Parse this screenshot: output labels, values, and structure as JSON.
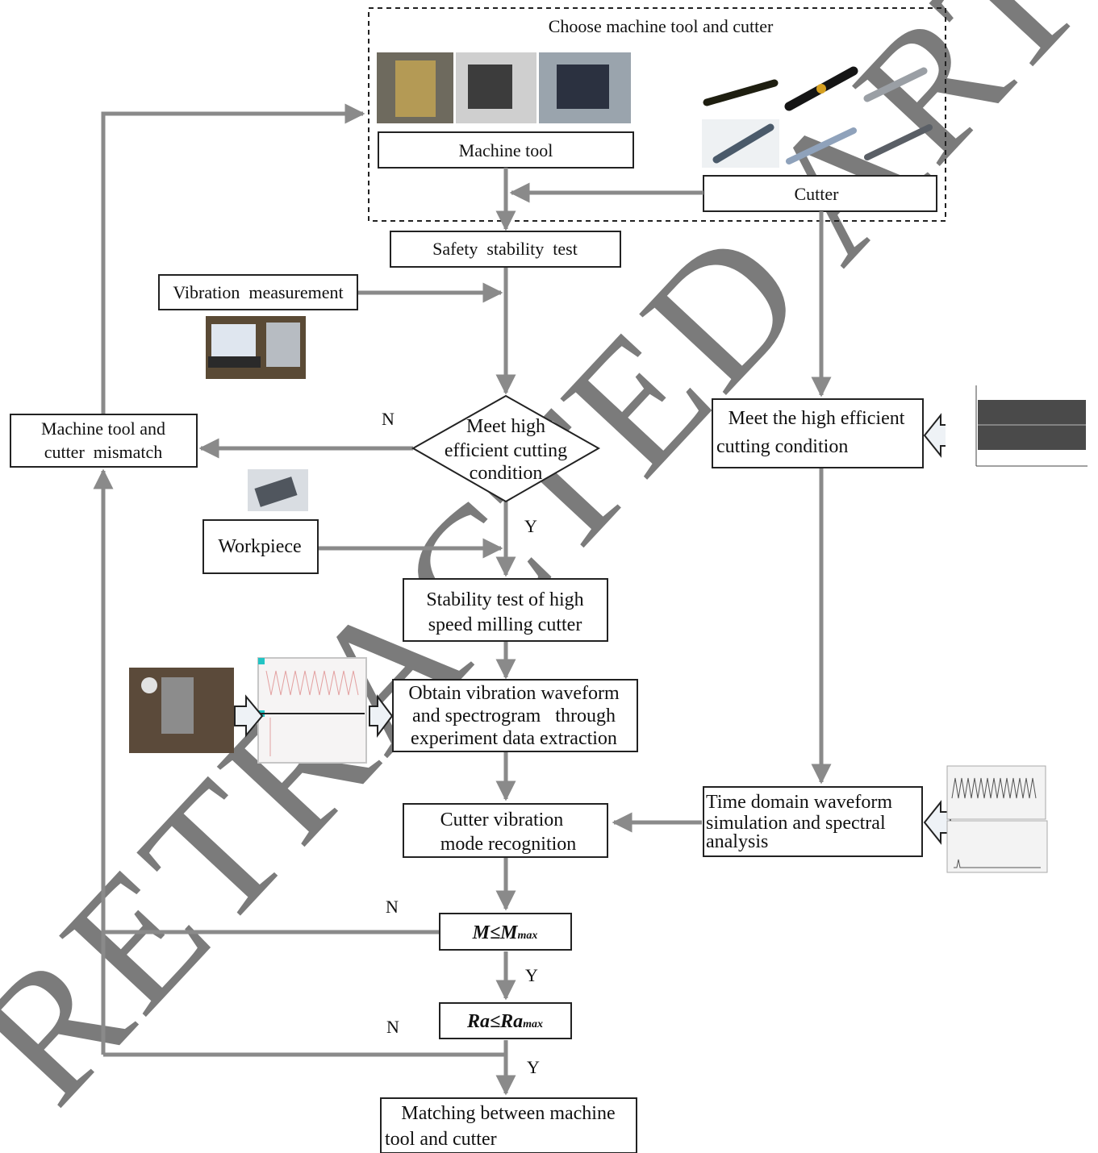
{
  "top_panel": {
    "title": "Choose machine tool and cutter"
  },
  "nodes": {
    "machine_tool": "Machine tool",
    "cutter": "Cutter",
    "safety_test": "Safety  stability  test",
    "vibration_measurement": "Vibration  measurement",
    "mismatch_line1": "Machine tool and",
    "mismatch_line2": "cutter  mismatch",
    "decision_line1": "Meet high",
    "decision_line2": "efficient cutting",
    "decision_line3": "condition",
    "workpiece": "Workpiece",
    "stability_line1": "Stability test of high",
    "stability_line2": "speed milling cutter",
    "obtain_line1": "Obtain vibration waveform",
    "obtain_line2": "and spectrogram   through",
    "obtain_line3": "experiment data extraction",
    "recognition_line1": "Cutter vibration",
    "recognition_line2": "mode recognition",
    "m_check_base": "M≤M",
    "m_check_sub": "max",
    "ra_check_base": "Ra≤Ra",
    "ra_check_sub": "max",
    "matching_line1": "Matching between machine",
    "matching_line2": "tool and cutter",
    "meet_high_line1": "Meet the high efficient",
    "meet_high_line2": "cutting condition",
    "time_domain_line1": "Time domain waveform",
    "time_domain_line2": "simulation and spectral",
    "time_domain_line3": "analysis"
  },
  "branch_labels": {
    "decision_no": "N",
    "decision_yes": "Y",
    "m_no": "N",
    "m_yes": "Y",
    "ra_no": "N",
    "ra_yes": "Y"
  },
  "watermark": "RETRACTED ARTICLE",
  "colors": {
    "arrow": "#8a8a8a",
    "box_border": "#222222",
    "watermark": "#cfcfcf"
  }
}
